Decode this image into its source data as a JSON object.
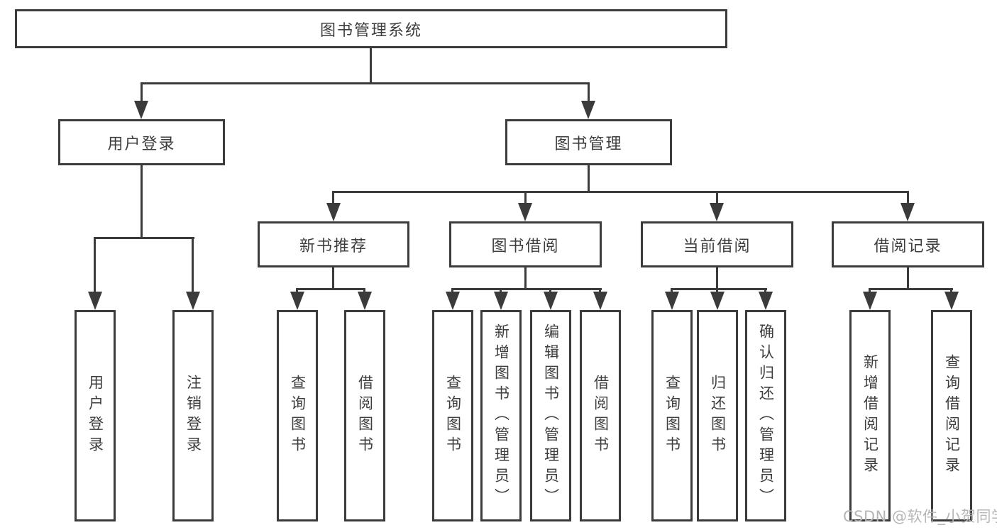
{
  "nodes": {
    "root": {
      "label": "图书管理系统"
    },
    "level2": [
      {
        "label": "用户登录"
      },
      {
        "label": "图书管理"
      }
    ],
    "level3": [
      {
        "label": "新书推荐"
      },
      {
        "label": "图书借阅"
      },
      {
        "label": "当前借阅"
      },
      {
        "label": "借阅记录"
      }
    ],
    "leaves": [
      {
        "label": "用户登录"
      },
      {
        "label": "注销登录"
      },
      {
        "label": "查询图书"
      },
      {
        "label": "借阅图书"
      },
      {
        "label": "查询图书"
      },
      {
        "label": "新增图书（管理员）"
      },
      {
        "label": "编辑图书（管理员）"
      },
      {
        "label": "借阅图书"
      },
      {
        "label": "查询图书"
      },
      {
        "label": "归还图书"
      },
      {
        "label": "确认归还（管理员）"
      },
      {
        "label": "新增借阅记录"
      },
      {
        "label": "查询借阅记录"
      }
    ]
  },
  "watermark": {
    "text": "CSDN @软件_小贺同学"
  },
  "colors": {
    "line": "#3b3b3b",
    "text": "#3d3d3d",
    "background": "#ffffff",
    "watermark": "#b3b3b3"
  }
}
